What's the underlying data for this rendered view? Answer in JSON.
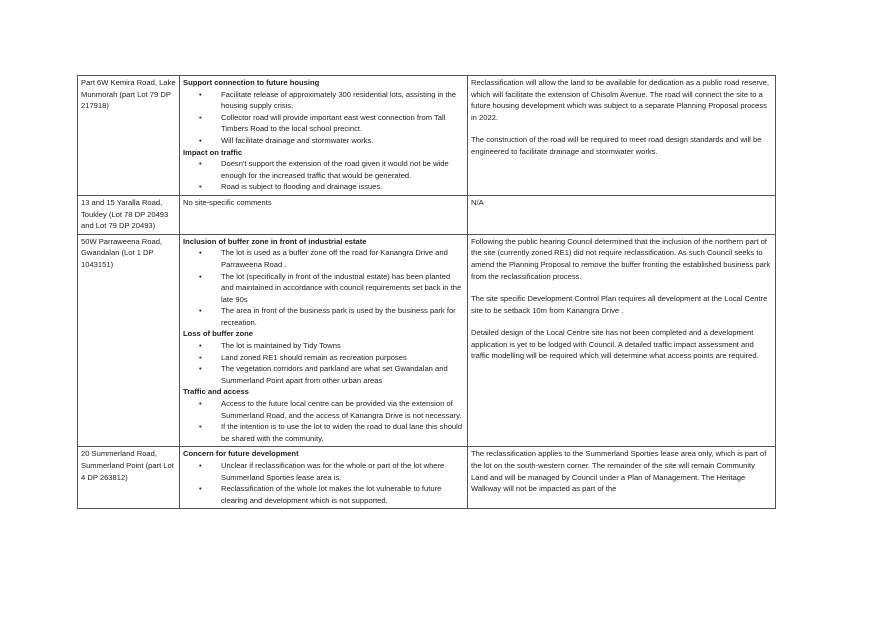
{
  "rows": [
    {
      "location": "Part 6W Kemira Road, Lake Munmorah (part Lot 79 DP 217918)",
      "groups": [
        {
          "heading": "Support connection to future housing",
          "items": [
            "Facilitate release of approximately 300 residential lots, assisting in the housing supply crisis.",
            "Collector road will provide important east west connection from Tall Timbers Road to the local school precinct.",
            "Will facilitate drainage and stormwater works."
          ]
        },
        {
          "heading": "Impact on traffic",
          "items": [
            "Doesn't support the extension of the road given it would not be wide enough for the increased traffic that would be generated.",
            "Road is subject to flooding and drainage issues."
          ]
        }
      ],
      "response": [
        "Reclassification will allow the land to be available for dedication as a public road reserve, which will facilitate the extension of Chisolm Avenue. The road will connect the site to a future housing development which was subject to a separate Planning Proposal process in 2022.",
        "The construction of the road will be required to meet road design standards and will be engineered to facilitate drainage and stormwater works."
      ]
    },
    {
      "location": "13 and 15 Yaralla Road, Toukley (Lot 78 DP 20493 and Lot 79 DP 20493)",
      "plain": "No site-specific comments",
      "response": [
        "N/A"
      ]
    },
    {
      "location": "50W Parraweena Road, Gwandalan (Lot 1 DP 1043151)",
      "groups": [
        {
          "heading": "Inclusion of buffer zone in front of industrial estate",
          "items": [
            "The lot is used as a buffer zone off the road for Kanangra Drive and Parraweena Road .",
            "The lot (specifically in front of the industrial estate) has been planted and maintained in accordance with council requirements set back in the late 90s",
            "The area in front of the business park is used by the business park for recreation."
          ]
        },
        {
          "heading": "Loss of buffer zone",
          "items": [
            "The lot is maintained by Tidy Towns",
            "Land zoned RE1 should remain as recreation purposes",
            "The vegetation corridors and parkland are what set Gwandalan and Summerland Point apart from other urban areas"
          ]
        },
        {
          "heading": "Traffic and access",
          "items": [
            "Access to the future local centre can be provided via the extension of Summerland Road, and the access of Kanangra Drive is not necessary.",
            "If the intention is to use the lot to widen the road to dual lane this should be shared with the community."
          ]
        }
      ],
      "response": [
        "Following the public hearing Council determined that the inclusion of the northern part of the site (currently zoned RE1) did not require reclassification. As such Council seeks to amend the Planning Proposal to remove the buffer fronting the established business park from the reclassification process.",
        "The site specific Development Control Plan requires all development at the Local Centre site to be setback 10m from Kanangra Drive .",
        "Detailed design of the Local Centre site has not been completed and a development application is yet to be lodged with Council. A detailed traffic impact assessment and traffic modelling will be required which will determine what access points are required."
      ]
    },
    {
      "location": "20 Summerland Road, Summerland Point (part Lot 4 DP 263812)",
      "groups": [
        {
          "heading": "Concern for future development",
          "items": [
            "Unclear if reclassification was for the whole or part of the lot where Summerland Sporties lease area is.",
            "Reclassification of the whole lot makes the lot vulnerable to future clearing and development which is not supported."
          ]
        }
      ],
      "response": [
        "The reclassification applies to the Summerland Sporties lease area only, which is part of the lot on the south-western corner. The remainder of the site will remain Community Land and will be managed by Council under a Plan of Management. The Heritage Walkway will not be impacted as part of the"
      ]
    }
  ]
}
